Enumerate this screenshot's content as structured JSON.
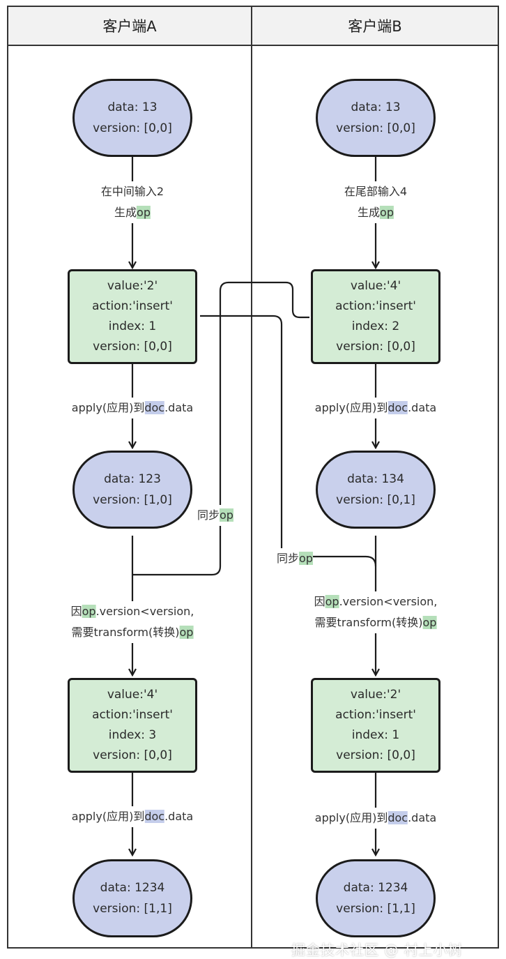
{
  "lanes": {
    "a": "客户端A",
    "b": "客户端B"
  },
  "client_a": {
    "start": {
      "data": "data: 13",
      "version": "version: [0,0]"
    },
    "edge1_line1": "在中间输入2",
    "edge1_pre": "生成",
    "op_word": "op",
    "op1": {
      "value": "value:'2'",
      "action": "action:'insert'",
      "index": "index: 1",
      "version": "version: [0,0]"
    },
    "apply_pre": "apply(应用)到",
    "doc_word": "doc",
    "apply_post": ".data",
    "mid": {
      "data": "data: 123",
      "version": "version: [1,0]"
    },
    "sync_pre": "同步",
    "transform_pre": "因",
    "transform_post": ".version<version,",
    "transform_line2_pre": "需要transform(转换)",
    "op2": {
      "value": "value:'4'",
      "action": "action:'insert'",
      "index": "index: 3",
      "version": "version: [0,0]"
    },
    "end": {
      "data": "data: 1234",
      "version": "version: [1,1]"
    }
  },
  "client_b": {
    "start": {
      "data": "data: 13",
      "version": "version: [0,0]"
    },
    "edge1_line1": "在尾部输入4",
    "edge1_pre": "生成",
    "op_word": "op",
    "op1": {
      "value": "value:'4'",
      "action": "action:'insert'",
      "index": "index: 2",
      "version": "version: [0,0]"
    },
    "apply_pre": "apply(应用)到",
    "doc_word": "doc",
    "apply_post": ".data",
    "mid": {
      "data": "data: 134",
      "version": "version: [0,1]"
    },
    "sync_pre": "同步",
    "transform_pre": "因",
    "transform_post": ".version<version,",
    "transform_line2_pre": "需要transform(转换)",
    "op2": {
      "value": "value:'2'",
      "action": "action:'insert'",
      "index": "index: 1",
      "version": "version: [0,0]"
    },
    "end": {
      "data": "data: 1234",
      "version": "version: [1,1]"
    }
  },
  "watermark": "掘金技术社区 @ 村上小树",
  "colors": {
    "ellipse_fill": "#c9d0ec",
    "rect_fill": "#d4ecd5",
    "op_highlight": "#b5dfb9",
    "doc_highlight": "#c4cdeb",
    "stroke": "#1b1b1b"
  }
}
